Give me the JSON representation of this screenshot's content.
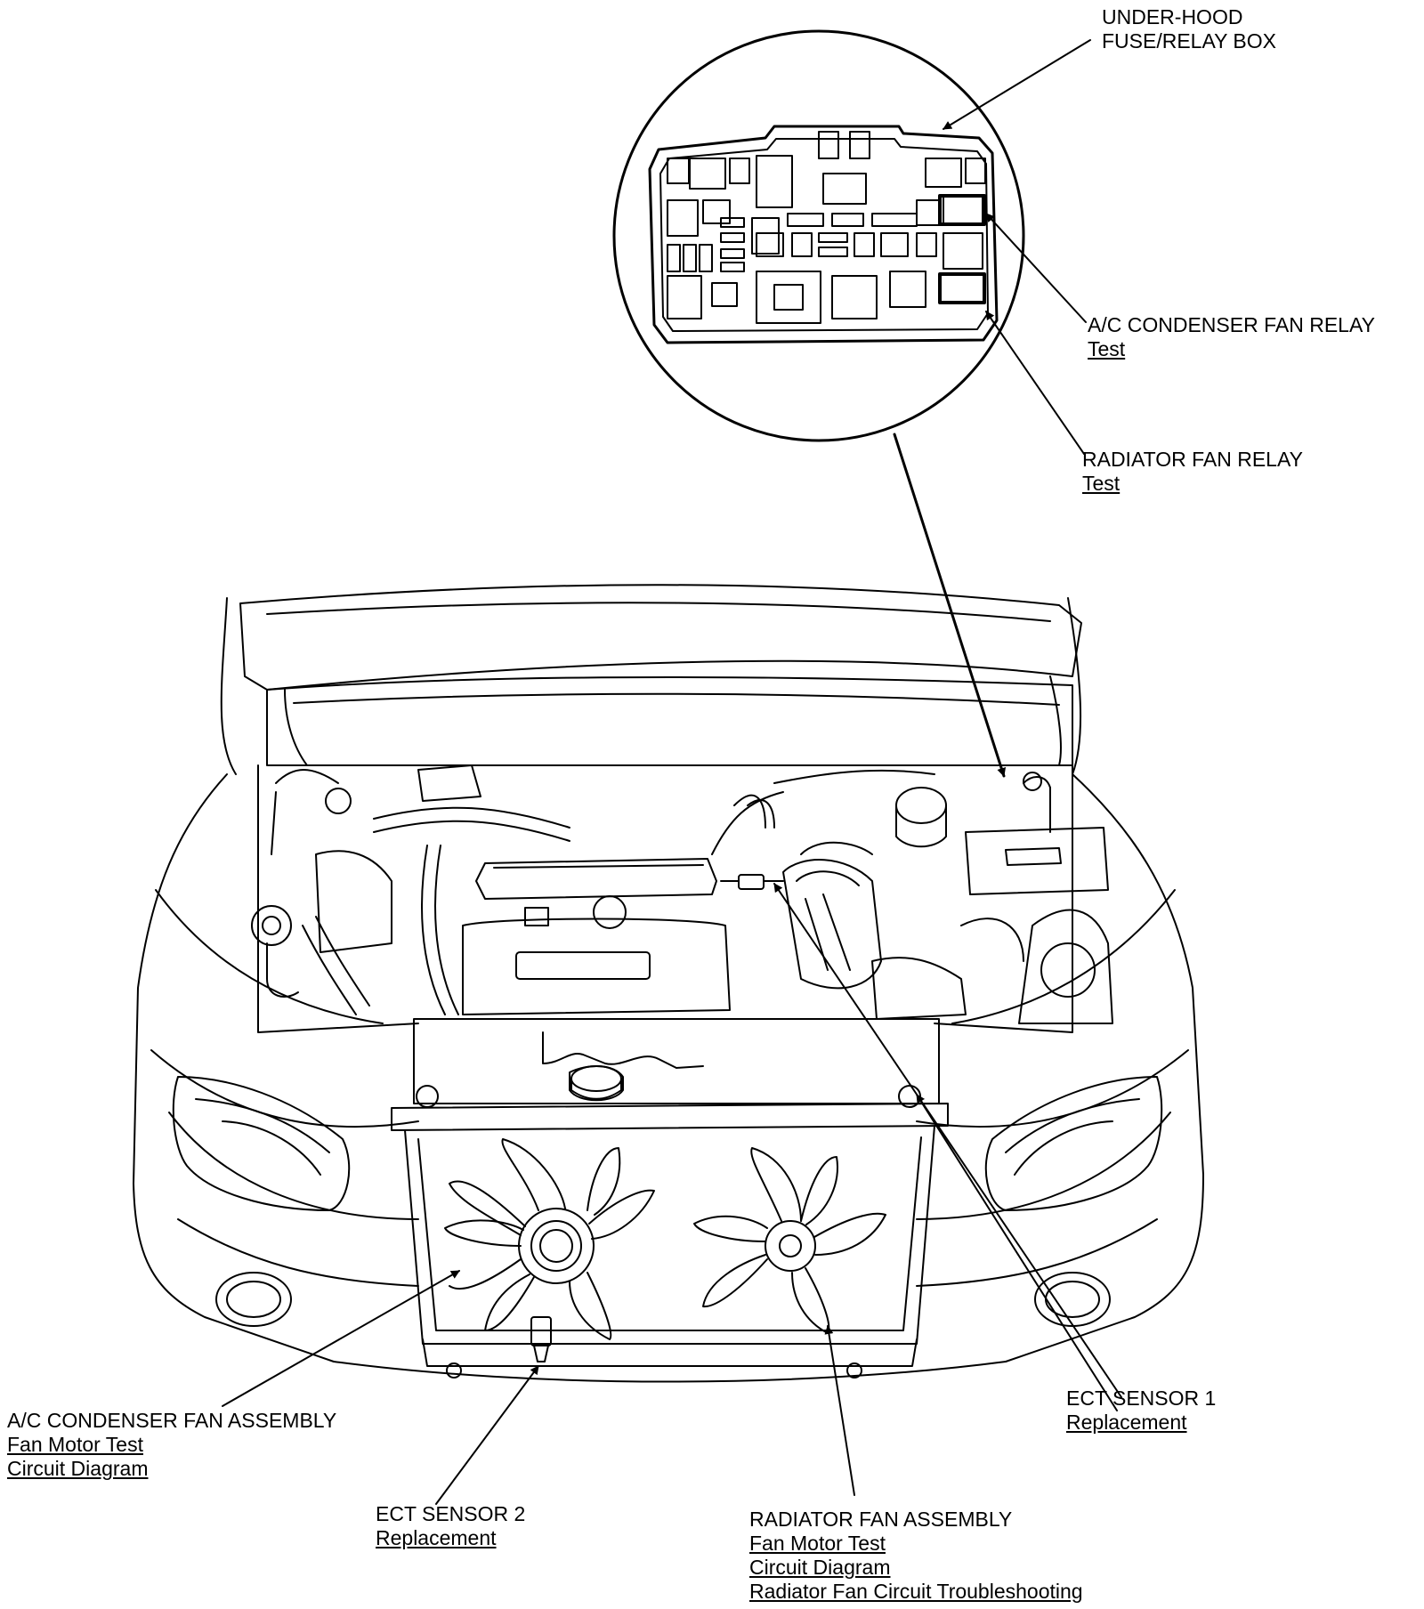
{
  "labels": {
    "fuse_box": {
      "lines": [
        "UNDER-HOOD",
        "FUSE/RELAY BOX"
      ]
    },
    "ac_fan_relay": {
      "title": "A/C CONDENSER FAN RELAY",
      "links": [
        "Test"
      ]
    },
    "radiator_fan_relay": {
      "title": "RADIATOR FAN RELAY",
      "links": [
        "Test"
      ]
    },
    "ac_fan_assembly": {
      "title": "A/C CONDENSER FAN ASSEMBLY",
      "links": [
        "Fan Motor Test",
        "Circuit Diagram"
      ]
    },
    "ect_sensor_1": {
      "title": "ECT SENSOR 1",
      "links": [
        "Replacement"
      ]
    },
    "ect_sensor_2": {
      "title": "ECT SENSOR 2",
      "links": [
        "Replacement"
      ]
    },
    "radiator_fan_assembly": {
      "title": "RADIATOR FAN ASSEMBLY",
      "links": [
        "Fan Motor Test",
        "Circuit Diagram",
        "Radiator Fan Circuit Troubleshooting"
      ]
    }
  }
}
